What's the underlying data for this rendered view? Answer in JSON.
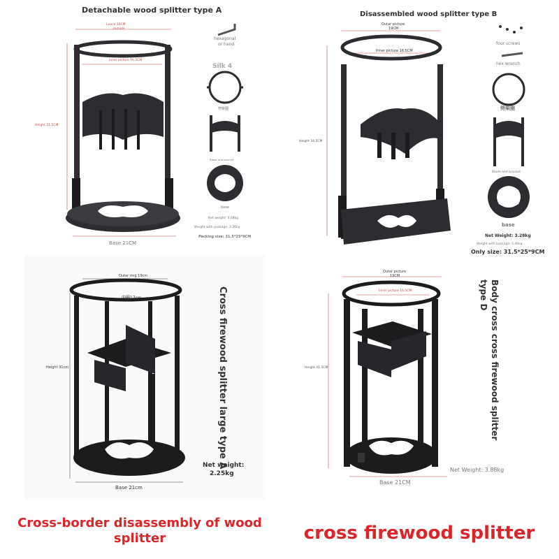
{
  "colors": {
    "metal": "#2c2d30",
    "metal_dark": "#1b1c1e",
    "dimension": "#c24a4a",
    "caption": "#d8262a"
  },
  "panel_a": {
    "title": "Detachable wood splitter type A",
    "outer_label_1": "Leave 10CM",
    "outer_label_2": "outside",
    "inner_label": "Inner picture 16.5CM",
    "height_label": "Height 31.5CM",
    "base_label": "Base 21CM",
    "part_screw_1": "hexagonal",
    "part_screw_2": "or hand",
    "part_silk": "Silk 4",
    "part_ring": "劈柴圈",
    "part_blade": "Blade and bracket",
    "part_base": "base",
    "net_weight": "Net weight: 3.08kg",
    "weight_pkg": "Weight with package: 3.26kg",
    "packing_size": "Packing size: 31.5*25*9CM"
  },
  "panel_b": {
    "title": "Disassembled wood splitter type B",
    "outer_label_1": "Outer picture",
    "outer_label_2": "19CM",
    "inner_label": "Inner picture 16.5CM",
    "height_label": "Height 34.5CM",
    "part_screws": "four screws",
    "part_wrench": "hex wrench",
    "part_ring": "劈柴圈",
    "part_blade": "Blade and bracket",
    "part_base": "base",
    "net_weight": "Net Weight: 3.28kg",
    "weight_pkg": "Weight with package: 3.46kg",
    "size": "Only size: 31.5*25*9CM"
  },
  "panel_c": {
    "outer_label": "Outer ring 19cm",
    "inner_label": "内圈17cm",
    "height_label": "Height 31cm",
    "base_label": "Base 21cm",
    "side_title": "Cross firewood splitter large type A",
    "net_weight_1": "Net weight:",
    "net_weight_2": "2.25kg",
    "caption_1": "Cross-border disassembly of wood",
    "caption_2": "splitter"
  },
  "panel_d": {
    "outer_label_1": "Outer picture",
    "outer_label_2": "19CM",
    "inner_label": "Inner picture 16.5CM",
    "height_label": "Height 41.5CM",
    "base_label": "Base 21CM",
    "side_title": "Body cross cross firewood splitter type D",
    "net_weight": "Net Weight: 3.88kg",
    "caption": "cross firewood splitter"
  }
}
